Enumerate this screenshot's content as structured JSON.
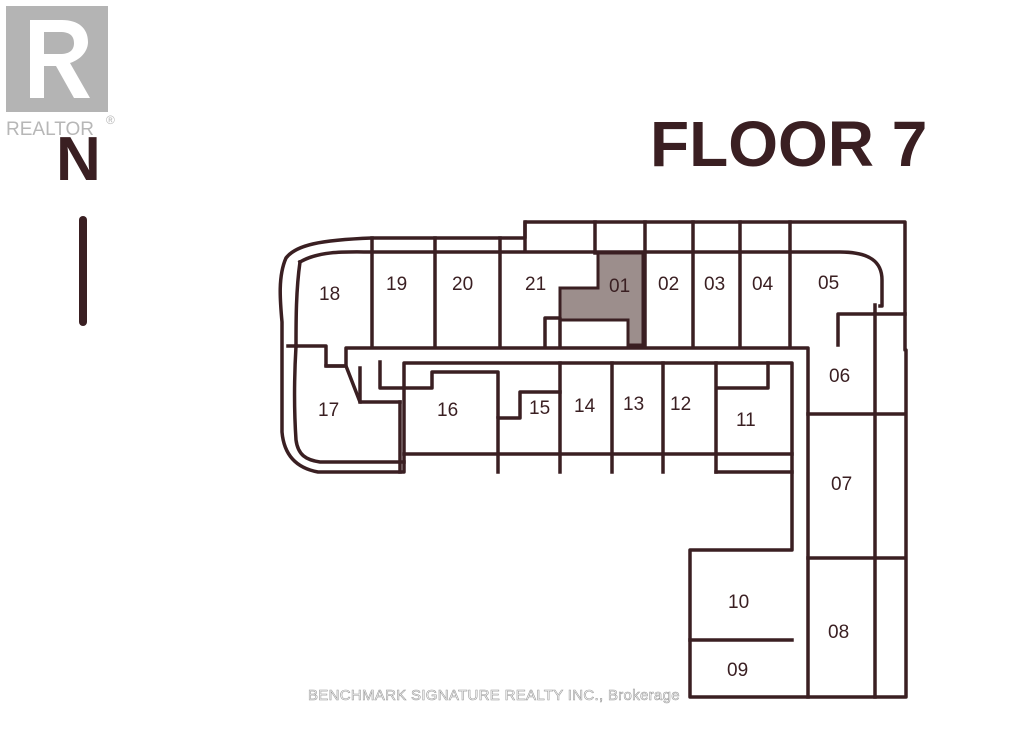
{
  "title": "FLOOR 7",
  "north_label": "N",
  "logo": {
    "name": "realtor-logo",
    "text": "REALTOR",
    "mark": "®",
    "color": "#b4b4b4"
  },
  "watermark": "BENCHMARK SIGNATURE REALTY INC., Brokerage",
  "colors": {
    "line": "#3a1f22",
    "highlight": "#9c8e8c",
    "background": "#ffffff"
  },
  "highlighted_unit": "01",
  "units": [
    {
      "id": "01"
    },
    {
      "id": "02"
    },
    {
      "id": "03"
    },
    {
      "id": "04"
    },
    {
      "id": "05"
    },
    {
      "id": "06"
    },
    {
      "id": "07"
    },
    {
      "id": "08"
    },
    {
      "id": "09"
    },
    {
      "id": "10"
    },
    {
      "id": "11"
    },
    {
      "id": "12"
    },
    {
      "id": "13"
    },
    {
      "id": "14"
    },
    {
      "id": "15"
    },
    {
      "id": "16"
    },
    {
      "id": "17"
    },
    {
      "id": "18"
    },
    {
      "id": "19"
    },
    {
      "id": "20"
    },
    {
      "id": "21"
    }
  ]
}
